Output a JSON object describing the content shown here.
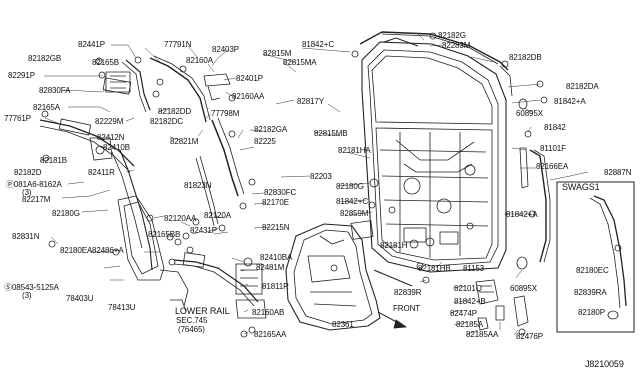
{
  "labels": {
    "p82441P": "82441P",
    "p77791N": "77791N",
    "p82403P": "82403P",
    "p82815M": "82815M",
    "p81842C_top": "81842+C",
    "p82182G": "82182G",
    "p82283M": "82283M",
    "p82182GB": "82182GB",
    "p82165B": "82165B",
    "p82160A": "82160A",
    "p82401P": "82401P",
    "p82815MA": "82815MA",
    "p82182DB": "82182DB",
    "p82291P": "82291P",
    "p82830FA": "82830FA",
    "p82182DA": "82182DA",
    "p82160AA": "82160AA",
    "p82817Y": "82817Y",
    "p81842A_right": "81842+A",
    "p82165A": "82165A",
    "p82182DD": "82182DD",
    "p77798M": "77798M",
    "p60895X_top": "60895X",
    "p77761P": "77761P",
    "p82229M": "82229M",
    "p82182DC": "82182DC",
    "p82182GA": "82182GA",
    "p81842": "81842",
    "p82412N": "82412N",
    "p82821M": "82821M",
    "p82225": "82225",
    "p82815MB": "82815MB",
    "p82410B": "82410B",
    "p82181HA": "82181HA",
    "p81101F": "81101F",
    "p82181B": "82181B",
    "p82166EA": "82166EA",
    "p82182D": "82182D",
    "p82411R": "82411R",
    "p82203": "82203",
    "p82887N": "82887N",
    "p081A6_8162A": "081A6-8162A",
    "p081A6_qty": "(3)",
    "p81823N": "81823N",
    "p82180G_right": "82180G",
    "p82217M": "82217M",
    "p82830FC": "82830FC",
    "p81842C_mid": "81842+C",
    "swag_title": "SWAGS1",
    "p82180G_left": "82180G",
    "p82120A": "82120A",
    "p82170E": "82170E",
    "p82859M": "82859M",
    "p81842A_mid": "81842+A",
    "p82120AA": "82120AA",
    "p82831N": "82831N",
    "p82215N": "82215N",
    "p82165BB": "82165BB",
    "p82431P": "82431P",
    "p82180EA": "82180EA",
    "p82181H": "82181H",
    "p82410BA": "82410BA",
    "p82486A": "82486+A",
    "p82481M": "82481M",
    "p82181HB": "82181HB",
    "p81153": "81153",
    "p82180EC": "82180EC",
    "p08543_5125A": "08543-5125A",
    "p08543_qty": "(3)",
    "p82839R_right": "82839RA",
    "p82839R": "82839R",
    "p82101Q": "82101Q",
    "p60895X_bot": "60895X",
    "p78403U": "78403U",
    "p81811R": "81811R",
    "p81842B": "81842+B",
    "p78413U": "78413U",
    "p82474P": "82474P",
    "p82180P": "82180P",
    "lower_rail": "LOWER RAIL",
    "sec745": "SEC.745",
    "p76465": "(76465)",
    "p82160AB": "82160AB",
    "p82361": "82361",
    "front": "FRONT",
    "p82185A": "82185A",
    "p82165AA": "82165AA",
    "p82185AA": "82185AA",
    "p82476P": "82476P",
    "diagram_id": "J8210059"
  }
}
